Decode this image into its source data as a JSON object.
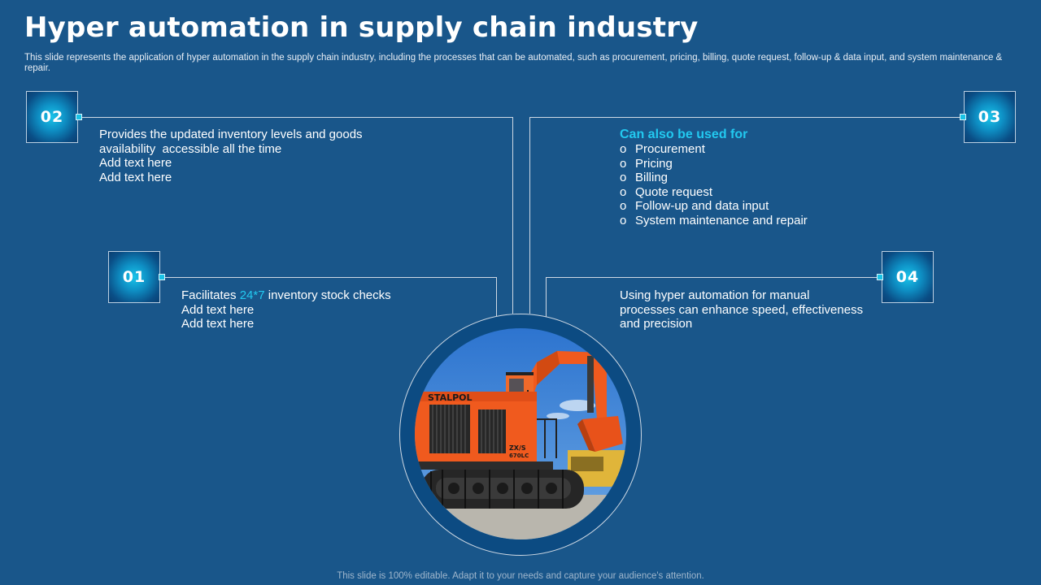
{
  "slide": {
    "title": "Hyper automation in supply chain industry",
    "subtitle": "This slide represents the application of hyper automation in the supply chain industry, including the processes that can be automated, such as procurement, pricing, billing, quote request, follow-up & data input, and system maintenance & repair.",
    "footer": "This slide is 100% editable. Adapt it to your needs and capture your audience's attention."
  },
  "items": {
    "b01": {
      "number": "01",
      "pre": "Facilitates ",
      "highlight": "24*7",
      "post": " inventory stock checks",
      "line2": "Add text here",
      "line3": "Add text here"
    },
    "b02": {
      "number": "02",
      "line1": "Provides the updated inventory levels and goods",
      "line2": "availability  accessible all the time",
      "line3": "Add text here",
      "line4": "Add text here"
    },
    "b03": {
      "number": "03",
      "heading": "Can also be used for",
      "bullet": "o",
      "options": [
        "Procurement",
        "Pricing",
        "Billing",
        "Quote request",
        "Follow-up and data input",
        "System maintenance and repair"
      ]
    },
    "b04": {
      "number": "04",
      "line1": "Using hyper automation for manual",
      "line2": "processes can enhance speed, effectiveness",
      "line3": "and precision"
    }
  },
  "image": {
    "subject": "orange excavator on tracks",
    "logo_text": "STALPOL",
    "model_text": "ZX/S 670LC",
    "colors": {
      "sky": "#3a82d6",
      "machine": "#f05a1e",
      "tracks": "#262626"
    }
  },
  "colors": {
    "background": "#19568a",
    "accent": "#22c9f0",
    "line": "#cfd9e4"
  }
}
